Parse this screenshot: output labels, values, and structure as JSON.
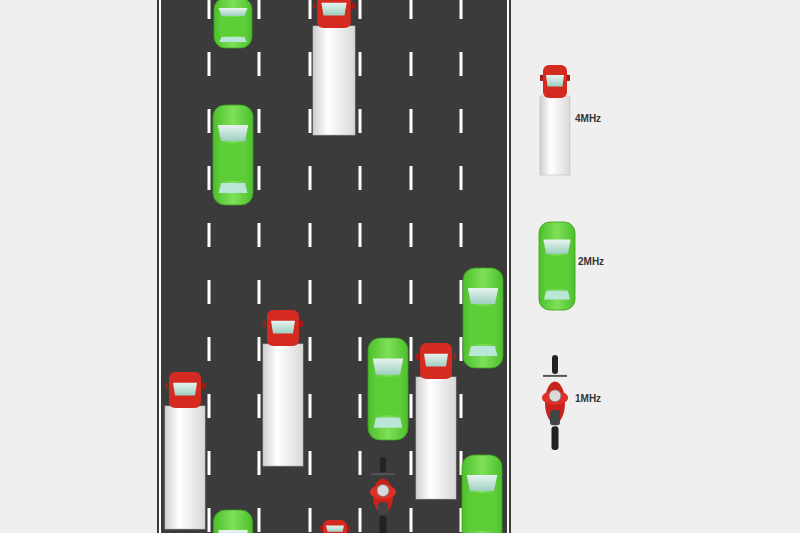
{
  "diagram": {
    "legend": [
      {
        "text": "4MHz"
      },
      {
        "text": "2MHz"
      },
      {
        "text": "1MHz"
      }
    ]
  }
}
